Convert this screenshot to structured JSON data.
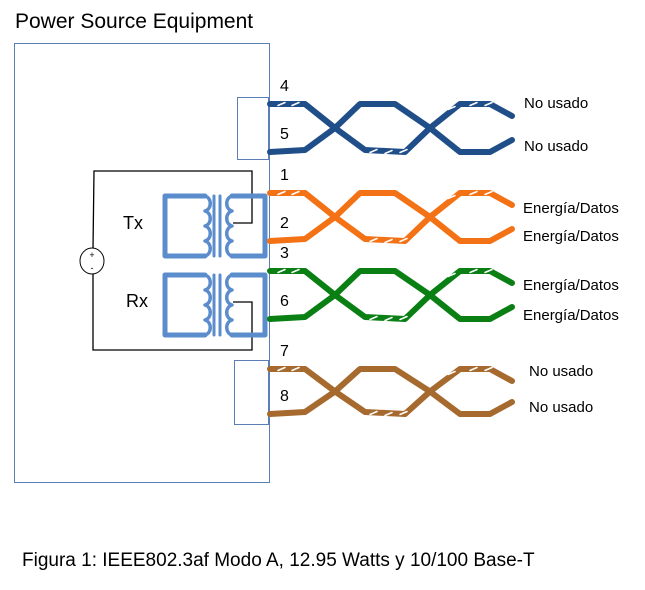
{
  "title": "Power Source Equipment",
  "caption": "Figura 1: IEEE802.3af Modo A, 12.95 Watts y 10/100 Base-T",
  "transformers": [
    {
      "label": "Tx"
    },
    {
      "label": "Rx"
    }
  ],
  "power_source": {
    "plus": "+",
    "minus": "-"
  },
  "pairs": [
    {
      "name": "pair-4-5",
      "color": "#1f4e89",
      "pins": [
        "4",
        "5"
      ],
      "labels": [
        "No usado",
        "No usado"
      ]
    },
    {
      "name": "pair-1-2",
      "color": "#f47216",
      "pins": [
        "1",
        "2"
      ],
      "labels": [
        "Energía/Datos",
        "Energía/Datos"
      ]
    },
    {
      "name": "pair-3-6",
      "color": "#0a7f14",
      "pins": [
        "3",
        "6"
      ],
      "labels": [
        "Energía/Datos",
        "Energía/Datos"
      ]
    },
    {
      "name": "pair-7-8",
      "color": "#a66a2e",
      "pins": [
        "7",
        "8"
      ],
      "labels": [
        "No usado",
        "No usado"
      ]
    }
  ],
  "colors": {
    "box_border": "#5b7fb4",
    "transformer": "#5b8ccb",
    "wire": "#000000"
  }
}
